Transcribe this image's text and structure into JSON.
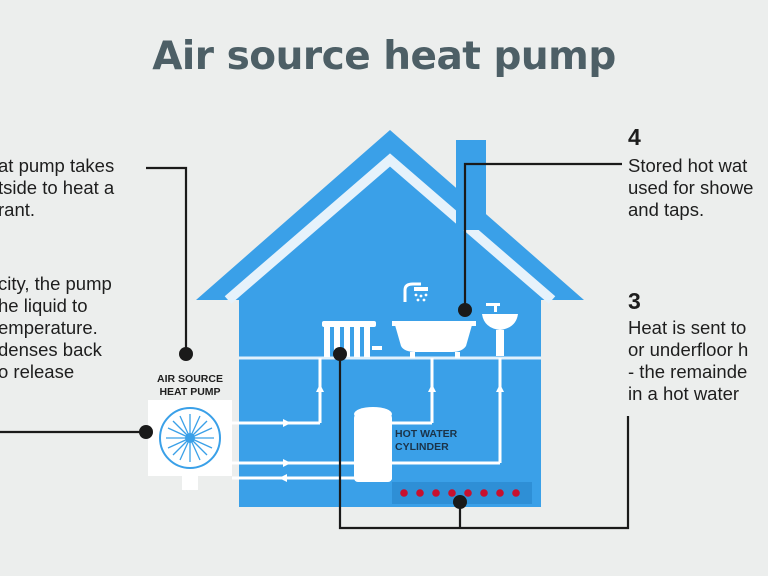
{
  "title": "Air source heat pump",
  "left_text_1": "at pump takes\ntside to heat a\nrant.",
  "left_text_2": "city, the pump\nhe liquid to\nemperature.\ndenses back\no release",
  "step4": {
    "number": "4",
    "text": "Stored hot wat\nused for showe\nand taps."
  },
  "step3": {
    "number": "3",
    "text": "Heat is sent to\nor underfloor h\n- the remainde\nin a hot water"
  },
  "heat_pump_label": "AIR SOURCE\nHEAT PUMP",
  "cylinder_label": "HOT WATER\nCYLINDER",
  "colors": {
    "house": "#3aa0e8",
    "roof_outline": "#e6f2fb",
    "pipe": "#ffffff",
    "leader": "#1a1a1a",
    "floor_dots": "#c8102e"
  }
}
